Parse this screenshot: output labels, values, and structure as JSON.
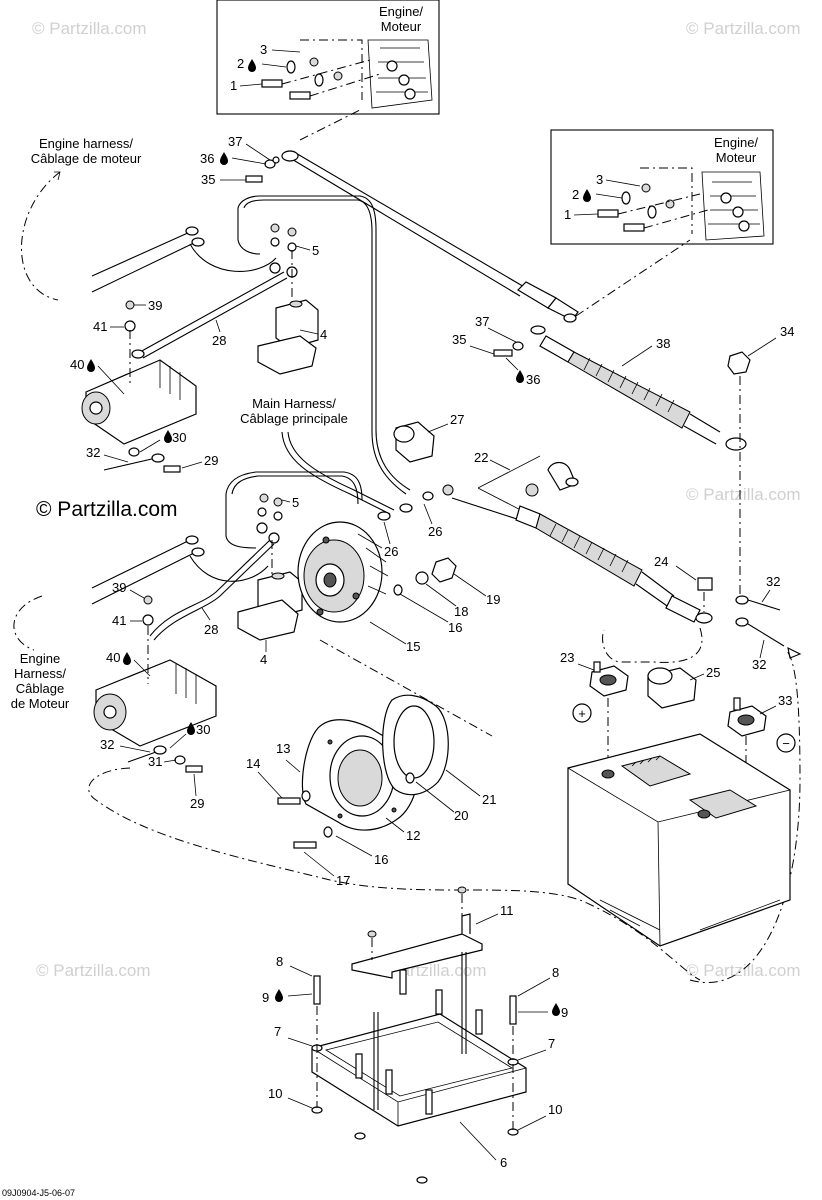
{
  "watermark": {
    "text": "© Partzilla.com",
    "prominent_text": "© Partzilla.com"
  },
  "diagram_code": "09J0904-J5-06-07",
  "callouts": {
    "engine_moteur": [
      "Engine/",
      "Moteur"
    ],
    "engine_harness_top": [
      "Engine harness/",
      "Câblage de moteur"
    ],
    "main_harness": [
      "Main Harness/",
      "Câblage principale"
    ],
    "engine_harness_left": [
      "Engine",
      "Harness/",
      "Câblage",
      "de Moteur"
    ]
  },
  "battery_terminals": {
    "positive": "+",
    "negative": "−"
  },
  "legend_icons": {
    "lubricant_marker": "drop-icon"
  },
  "part_numbers": [
    "1",
    "2",
    "3",
    "4",
    "5",
    "6",
    "7",
    "8",
    "9",
    "10",
    "11",
    "12",
    "13",
    "14",
    "15",
    "16",
    "17",
    "18",
    "19",
    "20",
    "21",
    "22",
    "23",
    "24",
    "25",
    "26",
    "27",
    "28",
    "29",
    "30",
    "31",
    "32",
    "33",
    "34",
    "35",
    "36",
    "37",
    "38",
    "39",
    "40",
    "41"
  ]
}
